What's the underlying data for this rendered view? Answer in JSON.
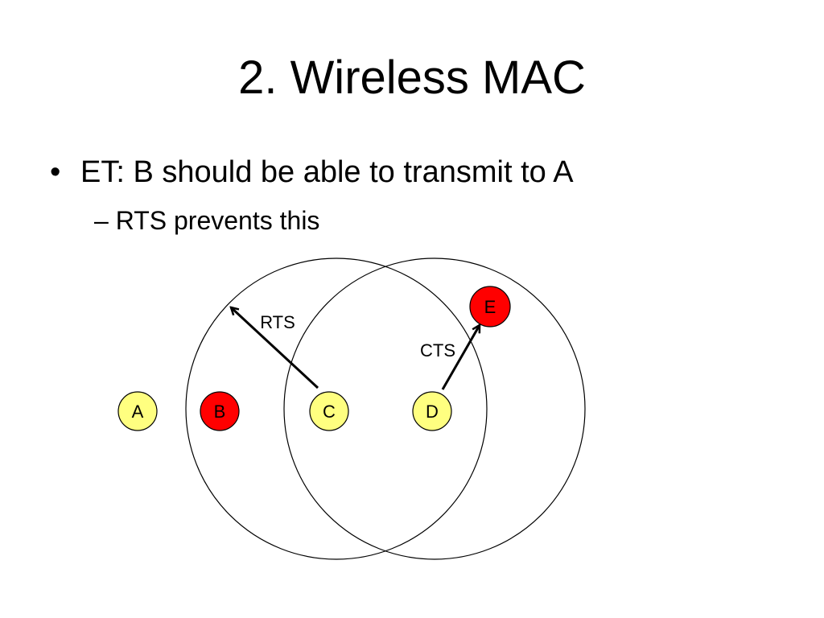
{
  "slide": {
    "title": "2. Wireless MAC",
    "bullets": [
      {
        "marker": "•",
        "text": "ET: B should be able to transmit to A"
      },
      {
        "marker": "–",
        "text": "RTS prevents this"
      }
    ]
  },
  "diagram": {
    "nodes": [
      {
        "id": "A",
        "label": "A",
        "color": "#ffff80"
      },
      {
        "id": "B",
        "label": "B",
        "color": "#ff0000"
      },
      {
        "id": "C",
        "label": "C",
        "color": "#ffff80"
      },
      {
        "id": "D",
        "label": "D",
        "color": "#ffff80"
      },
      {
        "id": "E",
        "label": "E",
        "color": "#ff0000"
      }
    ],
    "edges": [
      {
        "from": "C",
        "label": "RTS"
      },
      {
        "from": "D",
        "to": "E",
        "label": "CTS"
      }
    ]
  }
}
